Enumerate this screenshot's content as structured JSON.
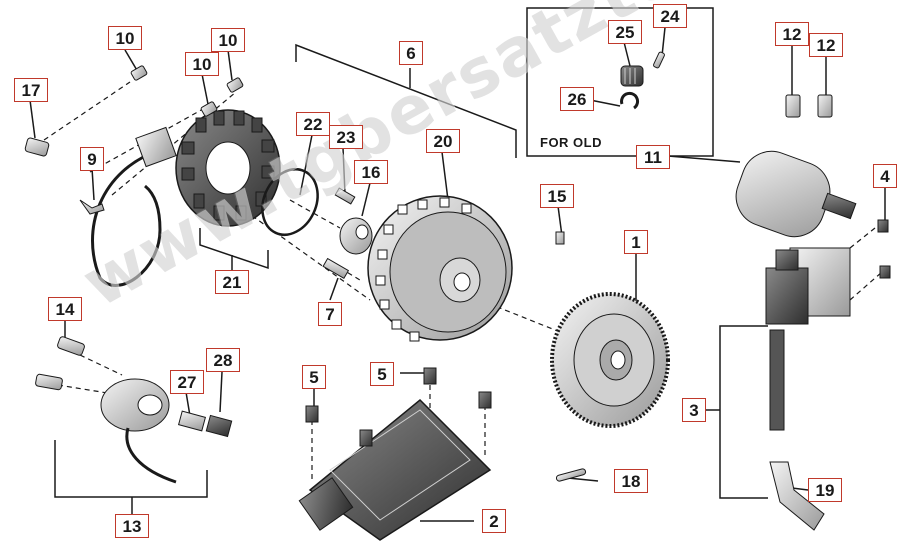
{
  "callouts": {
    "c1": "1",
    "c2": "2",
    "c3": "3",
    "c4": "4",
    "c5a": "5",
    "c5b": "5",
    "c6": "6",
    "c7": "7",
    "c9": "9",
    "c10a": "10",
    "c10b": "10",
    "c10c": "10",
    "c11": "11",
    "c12a": "12",
    "c12b": "12",
    "c13": "13",
    "c14": "14",
    "c15": "15",
    "c16": "16",
    "c17": "17",
    "c18": "18",
    "c19": "19",
    "c20": "20",
    "c21": "21",
    "c22": "22",
    "c23": "23",
    "c24": "24",
    "c25": "25",
    "c26": "26",
    "c27": "27",
    "c28": "28"
  },
  "inset_note": "FOR OLD",
  "watermark": "www.tgbersatzteile.de",
  "colors": {
    "callout_border": "#c0392b",
    "line": "#1a1a1a",
    "part_fill": "#e6e6e6",
    "part_dark": "#555555"
  }
}
